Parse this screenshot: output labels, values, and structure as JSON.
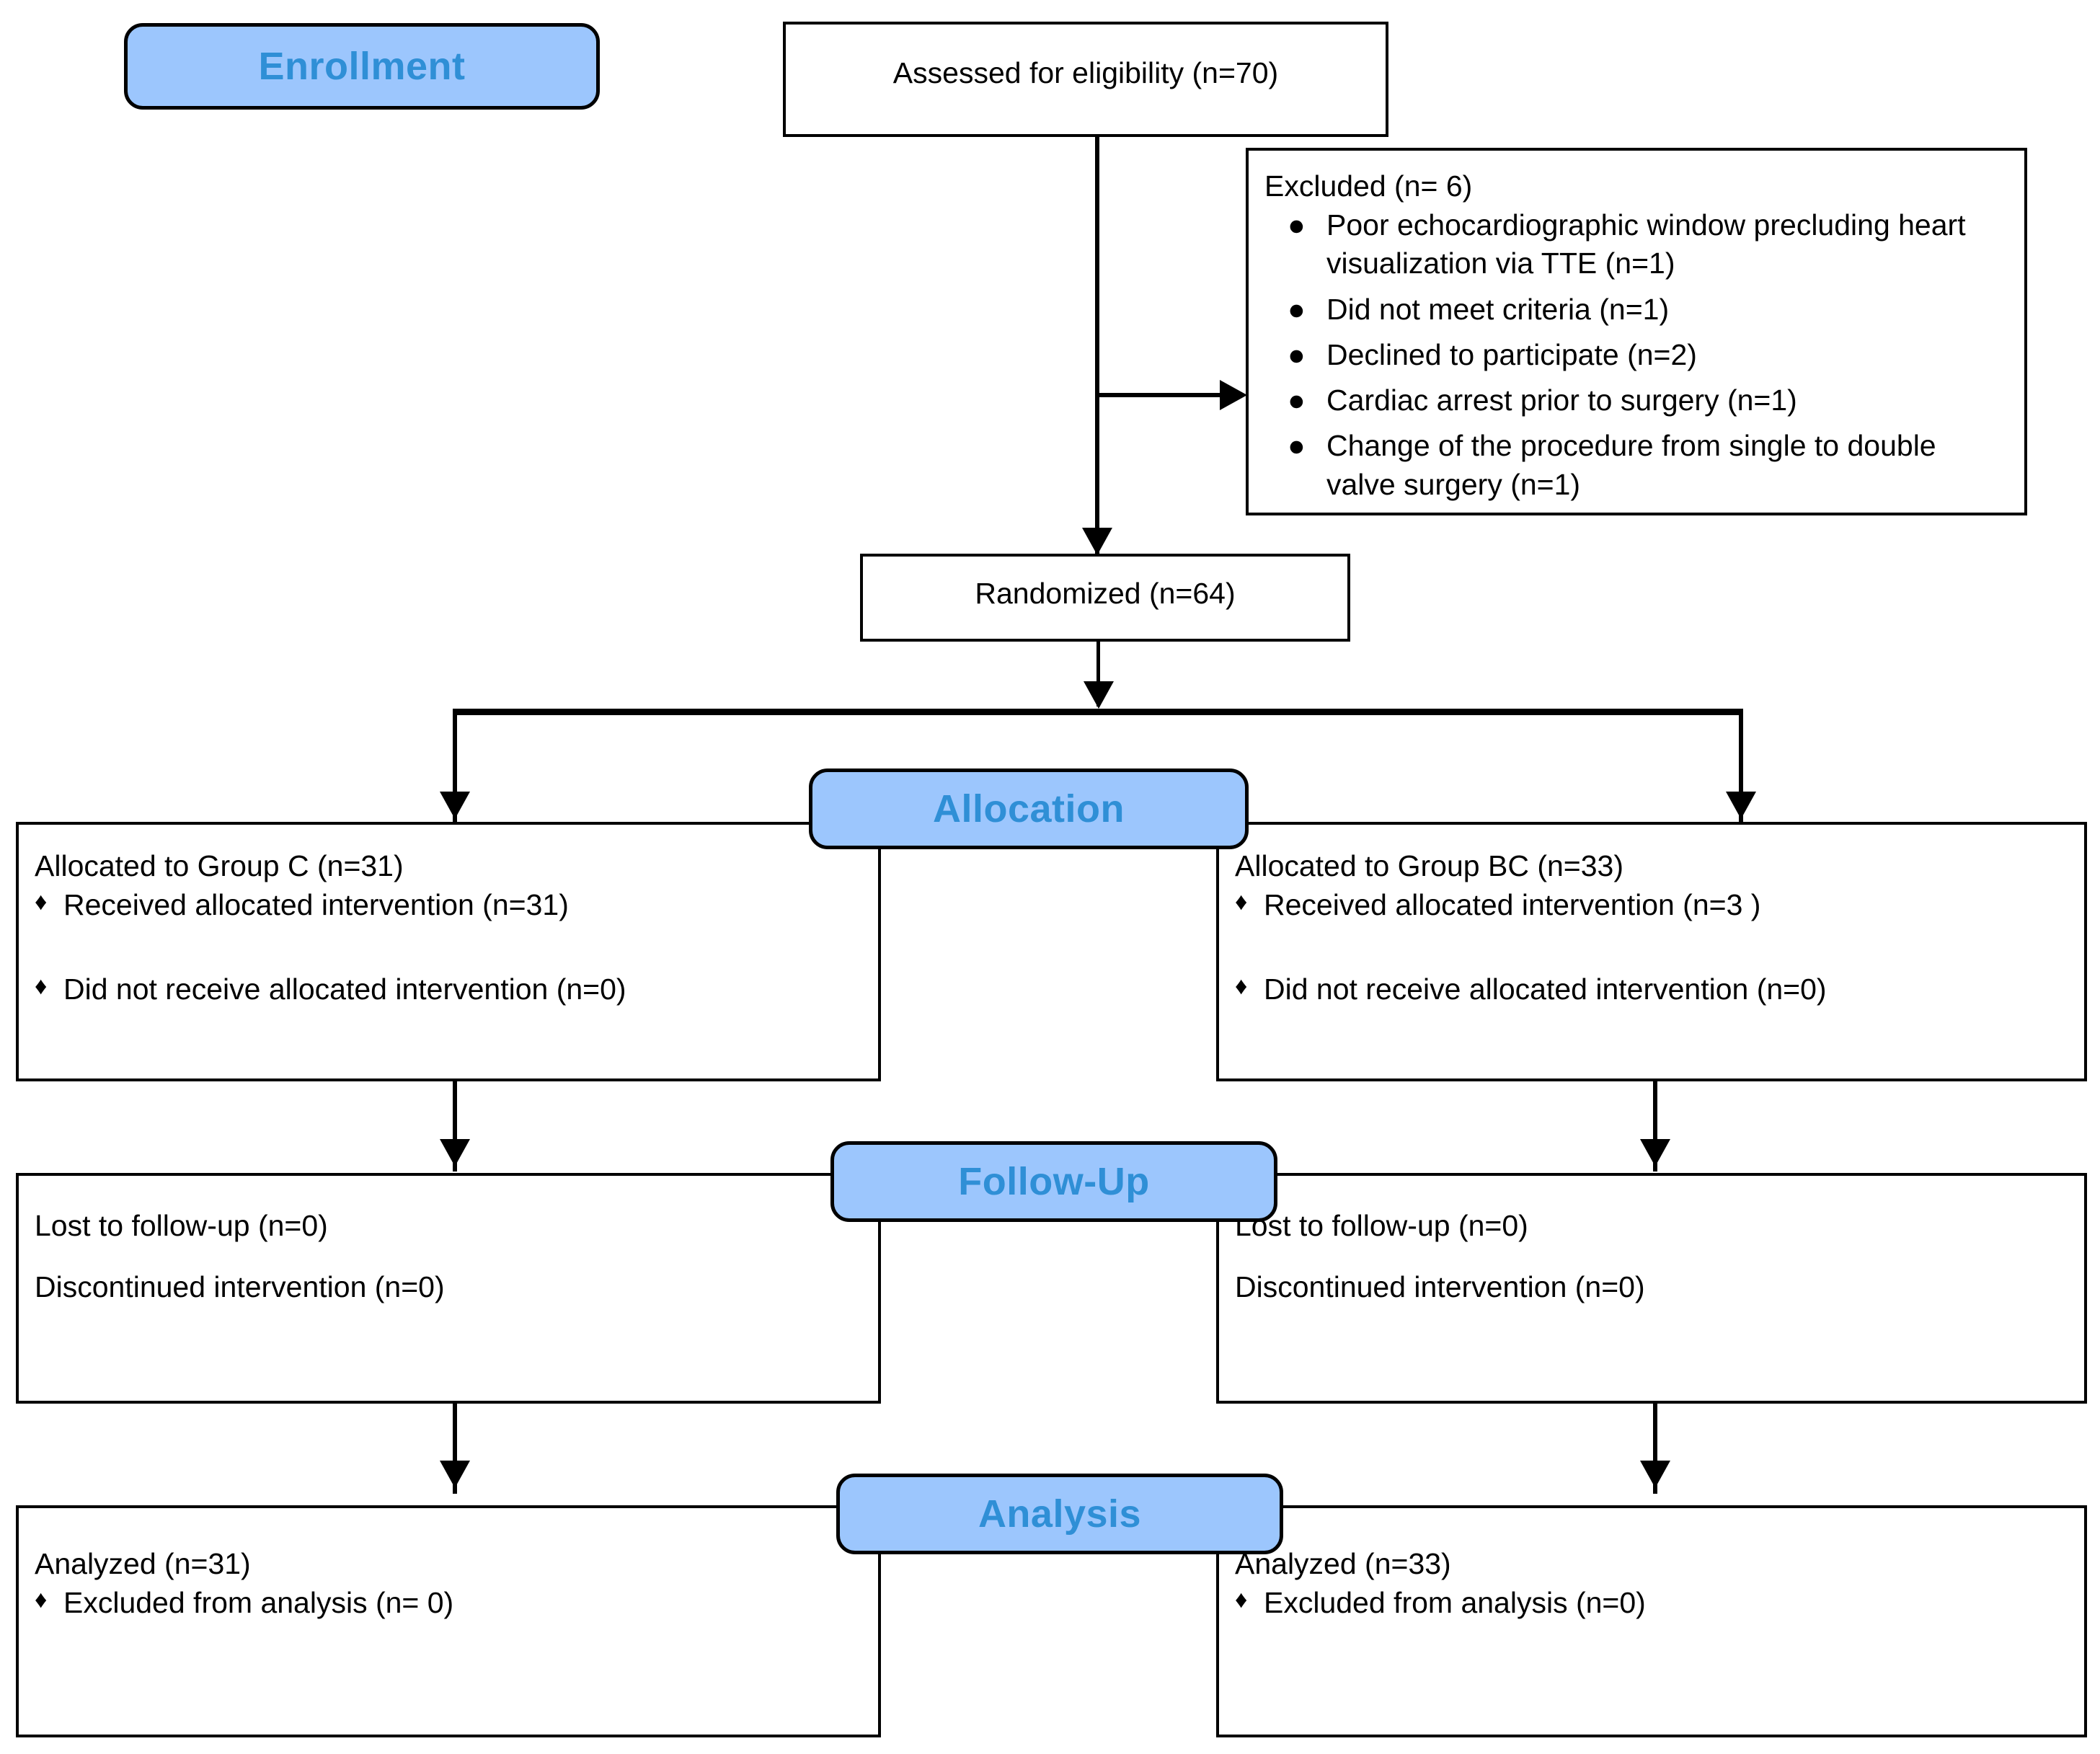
{
  "stages": {
    "enrollment": "Enrollment",
    "allocation": "Allocation",
    "followup": "Follow-Up",
    "analysis": "Analysis"
  },
  "colors": {
    "badge_fill": "#9CC6FD",
    "badge_text": "#2F8FD6",
    "box_border": "#000000",
    "box_fill": "#FFFFFF",
    "text": "#000000"
  },
  "enrollment": {
    "assessed": "Assessed for eligibility (n=70)",
    "excluded_title": "Excluded (n= 6)",
    "excluded_reasons": [
      "Poor echocardiographic window precluding heart visualization via TTE (n=1)",
      "Did not meet criteria (n=1)",
      "Declined to participate (n=2)",
      "Cardiac arrest prior to surgery (n=1)",
      "Change of the procedure from single to double valve surgery (n=1)"
    ],
    "bullet_glyph": "●",
    "randomized": "Randomized (n=64)"
  },
  "allocation": {
    "bullet_glyph": "♦",
    "left": {
      "title": "Allocated to Group C (n=31)",
      "items": [
        "Received allocated intervention (n=31)",
        "Did not receive allocated intervention (n=0)"
      ]
    },
    "right": {
      "title": "Allocated to Group BC (n=33)",
      "items": [
        "Received allocated intervention (n=3 )",
        "Did not receive allocated intervention (n=0)"
      ]
    }
  },
  "followup": {
    "left": {
      "lines": [
        "Lost to follow-up (n=0)",
        "Discontinued intervention (n=0)"
      ]
    },
    "right": {
      "lines": [
        "Lost to follow-up (n=0)",
        "Discontinued intervention (n=0)"
      ]
    }
  },
  "analysis": {
    "bullet_glyph": "♦",
    "left": {
      "title": "Analyzed (n=31)",
      "items": [
        "Excluded from analysis (n= 0)"
      ]
    },
    "right": {
      "title": "Analyzed (n=33)",
      "items": [
        "Excluded from analysis (n=0)"
      ]
    }
  }
}
